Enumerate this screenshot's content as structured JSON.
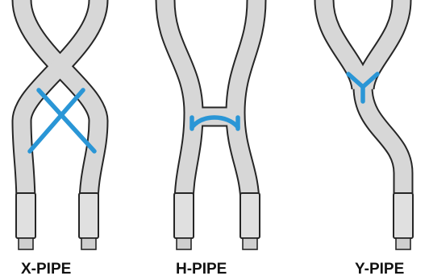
{
  "diagram": {
    "labels": {
      "x_pipe": "X-PIPE",
      "h_pipe": "H-PIPE",
      "y_pipe": "Y-PIPE"
    },
    "colors": {
      "pipe": "#d7d7d7",
      "outline": "#262626",
      "flow": "#2a96d6",
      "background": "#ffffff"
    }
  }
}
